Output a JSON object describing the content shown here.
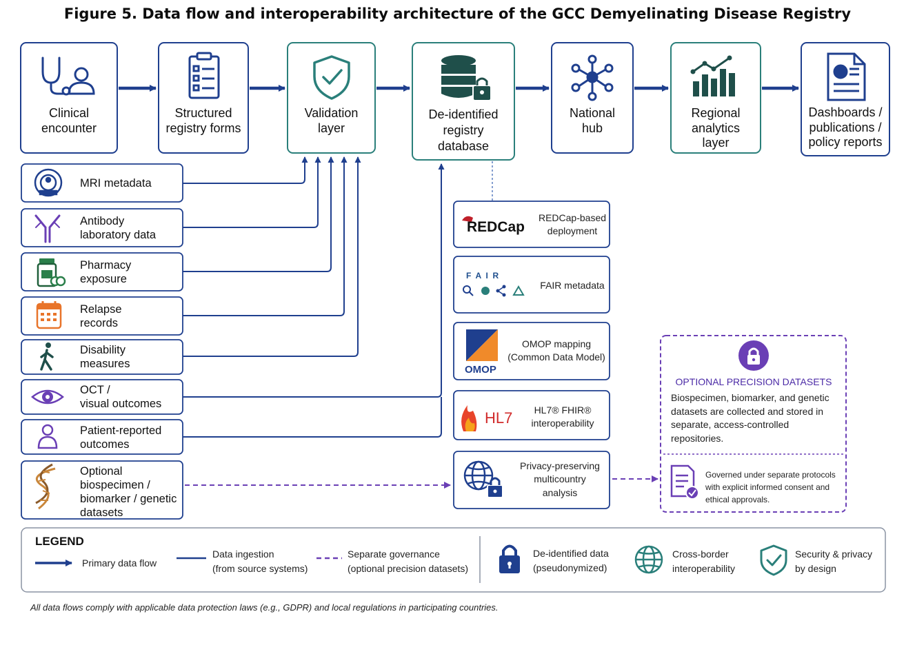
{
  "title": "Figure 5. Data flow and interoperability architecture of the GCC Demyelinating Disease Registry",
  "colors": {
    "navy": "#1f3f8e",
    "teal": "#2a7f7a",
    "purple": "#6a3fb5",
    "orange": "#e8742a"
  },
  "pipeline": [
    {
      "label": "Clinical\nencounter",
      "icon": "doctor-icon"
    },
    {
      "label": "Structured\nregistry forms",
      "icon": "clipboard-icon"
    },
    {
      "label": "Validation\nlayer",
      "icon": "shield-check-icon"
    },
    {
      "label": "De-identified\nregistry\ndatabase",
      "icon": "database-lock-icon"
    },
    {
      "label": "National\nhub",
      "icon": "network-hub-icon"
    },
    {
      "label": "Regional\nanalytics\nlayer",
      "icon": "bar-chart-icon"
    },
    {
      "label": "Dashboards /\npublications /\npolicy reports",
      "icon": "report-document-icon"
    }
  ],
  "sources": [
    {
      "label": "MRI metadata",
      "icon": "mri-scanner-icon"
    },
    {
      "label": "Antibody\nlaboratory data",
      "icon": "antibody-icon"
    },
    {
      "label": "Pharmacy\nexposure",
      "icon": "pill-bottle-icon"
    },
    {
      "label": "Relapse\nrecords",
      "icon": "calendar-icon"
    },
    {
      "label": "Disability\nmeasures",
      "icon": "walking-person-icon"
    },
    {
      "label": "OCT /\nvisual outcomes",
      "icon": "eye-icon"
    },
    {
      "label": "Patient-reported\noutcomes",
      "icon": "person-icon"
    },
    {
      "label": "Optional\nbiospecimen /\nbiomarker / genetic\ndatasets",
      "icon": "dna-icon"
    }
  ],
  "standards": [
    {
      "label": "REDCap-based\ndeployment",
      "logo": "REDCap",
      "icon": "redcap-logo"
    },
    {
      "label": "FAIR metadata",
      "logo": "F  A  I  R",
      "icon": "fair-logo"
    },
    {
      "label": "OMOP mapping\n(Common Data Model)",
      "logo": "OMOP",
      "icon": "omop-logo"
    },
    {
      "label": "HL7® FHIR®\ninteroperability",
      "logo": "HL7",
      "icon": "hl7-logo"
    },
    {
      "label": "Privacy-preserving\nmulticountry\nanalysis",
      "icon": "globe-lock-icon"
    }
  ],
  "precision": {
    "title": "OPTIONAL PRECISION DATASETS",
    "body": "Biospecimen, biomarker, and genetic datasets are collected and stored in separate, access-controlled repositories.",
    "governance": "Governed under separate protocols with explicit informed consent and ethical approvals."
  },
  "legend": {
    "title": "LEGEND",
    "items": [
      {
        "label": "Primary data flow",
        "icon": "arrow-icon"
      },
      {
        "label": "Data ingestion\n(from source systems)",
        "icon": "solid-line-icon"
      },
      {
        "label": "Separate governance\n(optional precision datasets)",
        "icon": "dashed-line-icon"
      },
      {
        "label": "De-identified data\n(pseudonymized)",
        "icon": "lock-icon"
      },
      {
        "label": "Cross-border\ninteroperability",
        "icon": "globe-icon"
      },
      {
        "label": "Security & privacy\nby design",
        "icon": "shield-icon"
      }
    ]
  },
  "footnote": "All data flows comply with applicable data protection laws (e.g., GDPR) and local regulations in participating countries."
}
